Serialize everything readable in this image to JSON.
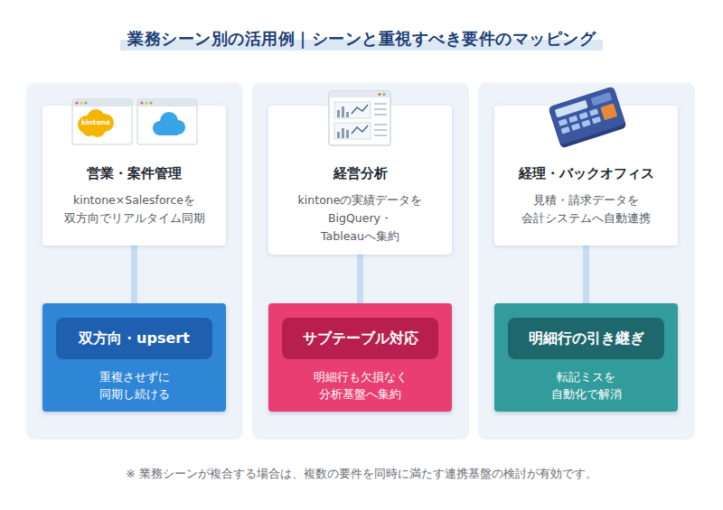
{
  "diagram": {
    "title": "業務シーン別の活用例｜シーンと重視すべき要件のマッピング",
    "caption": "※ 業務シーンが複合する場合は、複数の要件を同時に満たす連携基盤の検討が有効です。",
    "nodes": [
      {
        "text": [
          "営業・案件管理",
          "kintone×Salesforceを 双方向でリアルタイム同期"
        ]
      },
      {
        "text": [
          "重複させずに 同期し続ける"
        ]
      },
      {
        "text": [
          "双方向・upsert"
        ],
        "in": 1
      },
      {
        "text": [
          "経営分析",
          "kintoneの実績データを BigQuery・Tableauへ集約"
        ]
      },
      {
        "text": [
          "明細行も欠損なく 分析基盤へ集約"
        ]
      },
      {
        "text": [
          "サブテーブル対応"
        ],
        "in": 4
      },
      {
        "text": [
          "経理・バックオフィス",
          "見積・請求データを 会計システムへ自動連携"
        ]
      },
      {
        "text": [
          "転記ミスを 自動化で解消"
        ]
      },
      {
        "text": [
          "明細行の引き継ぎ"
        ],
        "in": 7
      }
    ],
    "edges": [
      {
        "from": 0,
        "to": 1,
        "arrow": "none"
      },
      {
        "from": 3,
        "to": 4,
        "arrow": "none"
      },
      {
        "from": 6,
        "to": 7,
        "arrow": "none"
      }
    ],
    "labels": [
      "kintone"
    ]
  }
}
